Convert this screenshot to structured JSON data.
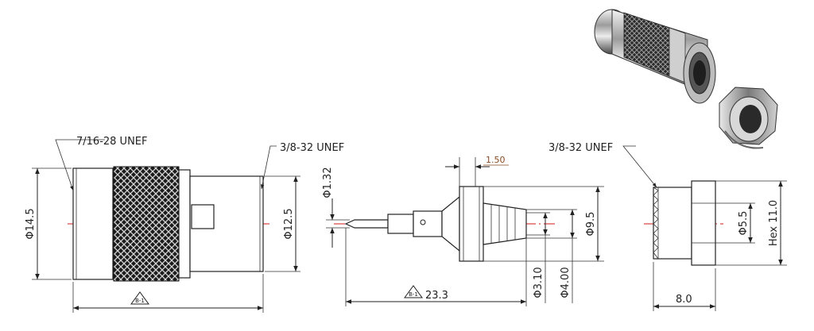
{
  "plug": {
    "thread_left": "7/16-28 UNEF",
    "thread_right": "3/8-32 UNEF",
    "dia_outer": "Φ14.5",
    "dia_body": "Φ12.5",
    "length_ref": "B-1"
  },
  "pin": {
    "dia_tip": "Φ1.32",
    "flange_width": "1.50",
    "dia_flange": "Φ9.5",
    "dia_inner": "Φ3.10",
    "dia_barb": "Φ4.00",
    "length_ref": "B-1",
    "length": "23.3"
  },
  "nut": {
    "thread": "3/8-32 UNEF",
    "dia_bore": "Φ5.5",
    "hex": "Hex 11.0",
    "length": "8.0"
  }
}
